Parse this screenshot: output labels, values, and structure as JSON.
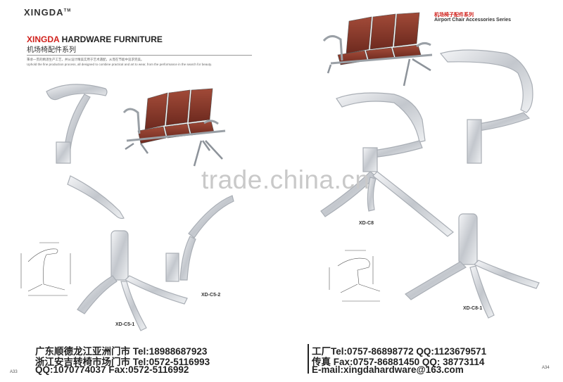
{
  "header": {
    "logo": "XINGDA",
    "logo_tm": "TM",
    "brand_highlight": "XINGDA",
    "brand_rest": " HARDWARE FURNITURE",
    "title_cn": "机场椅配件系列",
    "intro_cn": "秉承一贯的精湛生产工艺，并从设计精美实用于艺术遇配，从而在节能中追求完美。",
    "intro_en": "Uphold the fine production process, all designed to combine practical and art to wear, from the performance in the search for beauty."
  },
  "series": {
    "cn": "机场椅子配件系列",
    "en": "Airport Chair Accessories Series"
  },
  "watermark": "trade.china.cn",
  "products": {
    "c5_2": "XD-C5-2",
    "c5_1": "XD-C5-1",
    "c8": "XD-C8",
    "c8_1": "XD-C8-1"
  },
  "contact_left": {
    "line1": "广东顺德龙江亚洲门市 Tel:18988687923",
    "line2": "浙江安吉转椅市场门市 Tel:0572-5116993",
    "line3": "QQ:1070774037   Fax:0572-5116992"
  },
  "contact_right": {
    "line1": "工厂Tel:0757-86898772   QQ:1123679571",
    "line2": "传真 Fax:0757-86881450   QQ: 38773114",
    "line3": "E-mail:xingdahardware@163.com"
  },
  "pages": {
    "left": "A33",
    "right": "A34"
  },
  "colors": {
    "accent": "#d0201b",
    "seat": "#8b3a2c",
    "chrome": "#c8ccd2"
  }
}
